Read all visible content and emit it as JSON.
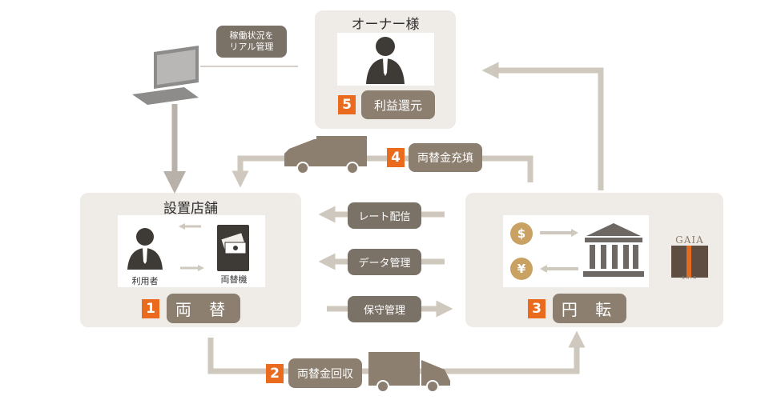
{
  "owner": {
    "title": "オーナー様",
    "step_number": "5",
    "step_label": "利益還元"
  },
  "store": {
    "title": "設置店舗",
    "user_caption": "利用者",
    "machine_caption": "両替機",
    "step_number": "1",
    "step_label": "両 替"
  },
  "gaia": {
    "step_number": "3",
    "step_label": "円 転",
    "logo_text": "GAIA",
    "logo_subtext": "GAIA",
    "dollar_symbol": "$",
    "yen_symbol": "¥"
  },
  "monitor": {
    "line1": "稼働状況を",
    "line2": "リアル管理"
  },
  "refill": {
    "step_number": "4",
    "step_label": "両替金充填"
  },
  "collection": {
    "step_number": "2",
    "step_label": "両替金回収"
  },
  "services": {
    "rate": "レート配信",
    "data": "データ管理",
    "maintenance": "保守管理"
  },
  "colors": {
    "panel": "#efebe6",
    "pill": "#8c7f70",
    "dark_pill": "#7a7167",
    "accent": "#ea6a1e",
    "arrow": "#cfc8be",
    "truck": "#8c7f70",
    "coin": "#c8a163"
  }
}
